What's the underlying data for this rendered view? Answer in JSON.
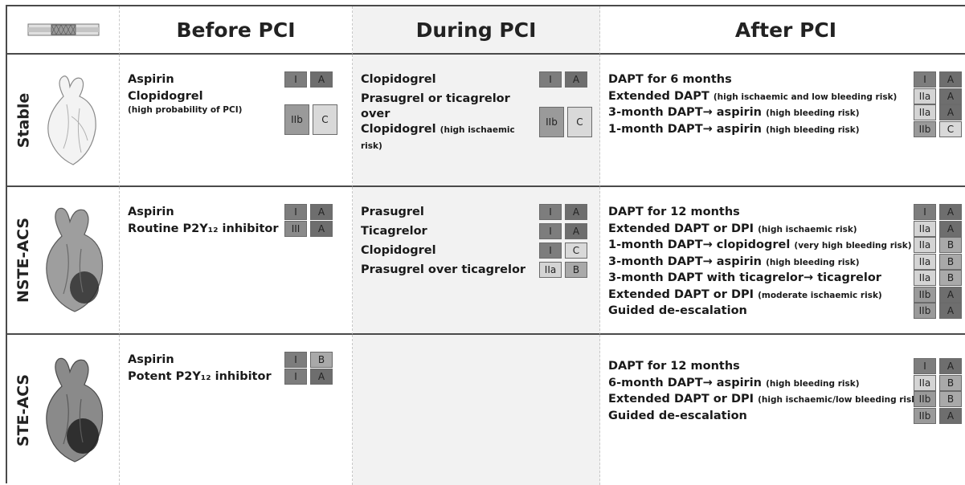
{
  "headers": {
    "before": "Before PCI",
    "during": "During PCI",
    "after": "After PCI"
  },
  "rows": [
    {
      "label": "Stable",
      "before": [
        {
          "text": "Aspirin",
          "cls": "I",
          "lvl": "A"
        },
        {
          "text": "Clopidogrel",
          "note": "(high probability of PCI)",
          "cls": "IIb",
          "lvl": "C"
        }
      ],
      "during": [
        {
          "text": "Clopidogrel",
          "cls": "I",
          "lvl": "A"
        },
        {
          "text": "Prasugrel or ticagrelor over",
          "text2": "Clopidogrel",
          "note": "(high ischaemic risk)",
          "cls": "IIb",
          "lvl": "C"
        }
      ],
      "after": [
        {
          "text": "DAPT for 6 months",
          "cls": "I",
          "lvl": "A"
        },
        {
          "text": "Extended DAPT",
          "note": "(high ischaemic and low bleeding risk)",
          "cls": "IIa",
          "lvl": "A"
        },
        {
          "text": "3-month DAPT→ aspirin",
          "note": "(high bleeding risk)",
          "cls": "IIa",
          "lvl": "A"
        },
        {
          "text": "1-month DAPT→ aspirin",
          "note": "(high bleeding risk)",
          "cls": "IIb",
          "lvl": "C"
        }
      ]
    },
    {
      "label": "NSTE-ACS",
      "before": [
        {
          "text": "Aspirin",
          "cls": "I",
          "lvl": "A"
        },
        {
          "text": "Routine P2Y₁₂ inhibitor",
          "cls": "III",
          "lvl": "A"
        }
      ],
      "during": [
        {
          "text": "Prasugrel",
          "cls": "I",
          "lvl": "A"
        },
        {
          "text": "Ticagrelor",
          "cls": "I",
          "lvl": "A"
        },
        {
          "text": "Clopidogrel",
          "cls": "I",
          "lvl": "C"
        },
        {
          "text": "Prasugrel over ticagrelor",
          "cls": "IIa",
          "lvl": "B"
        }
      ],
      "after": [
        {
          "text": "DAPT for 12 months",
          "cls": "I",
          "lvl": "A"
        },
        {
          "text": "Extended DAPT or DPI",
          "note": "(high ischaemic risk)",
          "cls": "IIa",
          "lvl": "A"
        },
        {
          "text": "1-month DAPT→ clopidogrel",
          "note": "(very high bleeding risk)",
          "cls": "IIa",
          "lvl": "B"
        },
        {
          "text": "3-month DAPT→ aspirin",
          "note": "(high bleeding risk)",
          "cls": "IIa",
          "lvl": "B"
        },
        {
          "text": "3-month DAPT with ticagrelor→ ticagrelor",
          "cls": "IIa",
          "lvl": "B"
        },
        {
          "text": "Extended DAPT or DPI",
          "note": "(moderate ischaemic risk)",
          "cls": "IIb",
          "lvl": "A"
        },
        {
          "text": "Guided de-escalation",
          "cls": "IIb",
          "lvl": "A"
        }
      ]
    },
    {
      "label": "STE-ACS",
      "before": [
        {
          "text": "Aspirin",
          "cls": "I",
          "lvl": "B"
        },
        {
          "text": "Potent P2Y₁₂ inhibitor",
          "cls": "I",
          "lvl": "A"
        }
      ],
      "during": [],
      "after": [
        {
          "text": "DAPT for 12 months",
          "cls": "I",
          "lvl": "A"
        },
        {
          "text": "6-month DAPT→ aspirin",
          "note": "(high bleeding risk)",
          "cls": "IIa",
          "lvl": "B"
        },
        {
          "text": "Extended DAPT or DPI",
          "note": "(high ischaemic/low bleeding risk)",
          "cls": "IIb",
          "lvl": "B"
        },
        {
          "text": "Guided de-escalation",
          "cls": "IIb",
          "lvl": "A"
        }
      ]
    }
  ],
  "colors": {
    "I": "#7d7d7d",
    "IIa": "#d4d4d4",
    "IIb": "#9a9a9a",
    "III": "#8a8a8a",
    "A": "#6e6e6e",
    "B": "#a9a9a9",
    "C": "#d9d9d9"
  },
  "icons": {
    "corner": "stent-icon",
    "stable": "heart-icon",
    "nste": "heart-icon",
    "ste": "heart-icon"
  }
}
